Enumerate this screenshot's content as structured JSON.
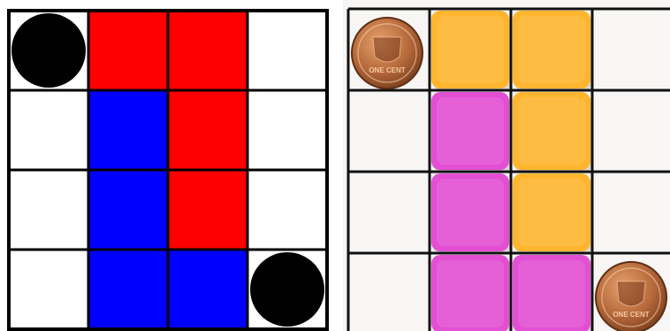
{
  "puzzle": {
    "grid_rows": 4,
    "grid_cols": 4,
    "diagram": {
      "background": "#ffffff",
      "line_color": "#000000",
      "pieces": [
        {
          "name": "red-piece",
          "color": "#ff0000",
          "cells": [
            [
              0,
              1
            ],
            [
              0,
              2
            ],
            [
              1,
              2
            ],
            [
              2,
              2
            ]
          ]
        },
        {
          "name": "blue-piece",
          "color": "#0000ff",
          "cells": [
            [
              1,
              1
            ],
            [
              2,
              1
            ],
            [
              3,
              1
            ],
            [
              3,
              2
            ]
          ]
        }
      ],
      "coins": [
        {
          "name": "black-coin-top-left",
          "color": "#000000",
          "cell": [
            0,
            0
          ]
        },
        {
          "name": "black-coin-bottom-right",
          "color": "#000000",
          "cell": [
            3,
            3
          ]
        }
      ]
    },
    "photo": {
      "background": "#f7f6f4",
      "line_color": "#111111",
      "pieces": [
        {
          "name": "orange-piece",
          "color": "#ffb52e",
          "cells": [
            [
              0,
              1
            ],
            [
              0,
              2
            ],
            [
              1,
              2
            ],
            [
              2,
              2
            ]
          ]
        },
        {
          "name": "magenta-piece",
          "color": "#e24fd3",
          "cells": [
            [
              1,
              1
            ],
            [
              2,
              1
            ],
            [
              3,
              1
            ],
            [
              3,
              2
            ]
          ]
        }
      ],
      "coins": [
        {
          "name": "penny-top-left",
          "color": "#b5683a",
          "cell": [
            0,
            0
          ],
          "text": "ONE CENT"
        },
        {
          "name": "penny-bottom-right",
          "color": "#a9553a",
          "cell": [
            3,
            3
          ],
          "text": "ONE CENT"
        }
      ]
    }
  }
}
